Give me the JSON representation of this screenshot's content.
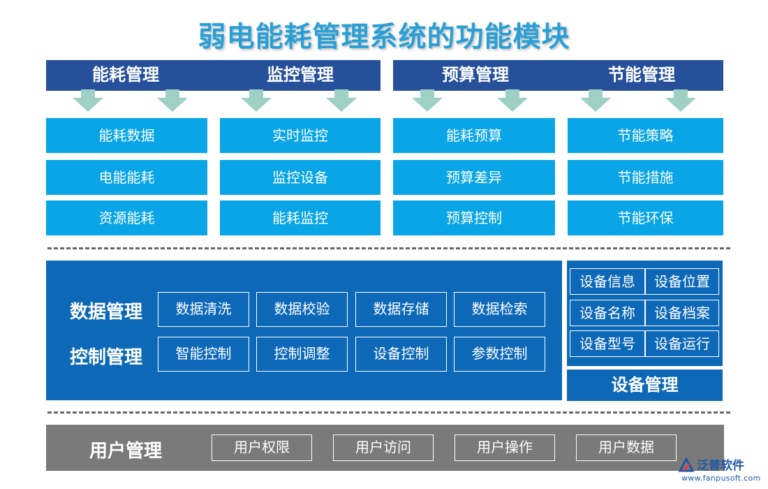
{
  "title": "弱电能耗管理系统的功能模块",
  "modules": [
    {
      "name": "能耗管理",
      "items": [
        "能耗数据",
        "电能能耗",
        "资源能耗"
      ]
    },
    {
      "name": "监控管理",
      "items": [
        "实时监控",
        "监控设备",
        "能耗监控"
      ]
    },
    {
      "name": "预算管理",
      "items": [
        "能耗预算",
        "预算差异",
        "预算控制"
      ]
    },
    {
      "name": "节能管理",
      "items": [
        "节能策略",
        "节能措施",
        "节能环保"
      ]
    }
  ],
  "data_management": {
    "label": "数据管理",
    "items": [
      "数据清洗",
      "数据校验",
      "数据存储",
      "数据检索"
    ]
  },
  "control_management": {
    "label": "控制管理",
    "items": [
      "智能控制",
      "控制调整",
      "设备控制",
      "参数控制"
    ]
  },
  "device_management": {
    "label": "设备管理",
    "items": [
      "设备信息",
      "设备位置",
      "设备名称",
      "设备档案",
      "设备型号",
      "设备运行"
    ]
  },
  "user_management": {
    "label": "用户管理",
    "items": [
      "用户权限",
      "用户访问",
      "用户操作",
      "用户数据"
    ]
  },
  "logo": {
    "name": "泛普软件",
    "url": "www.fanpusoft.com"
  }
}
